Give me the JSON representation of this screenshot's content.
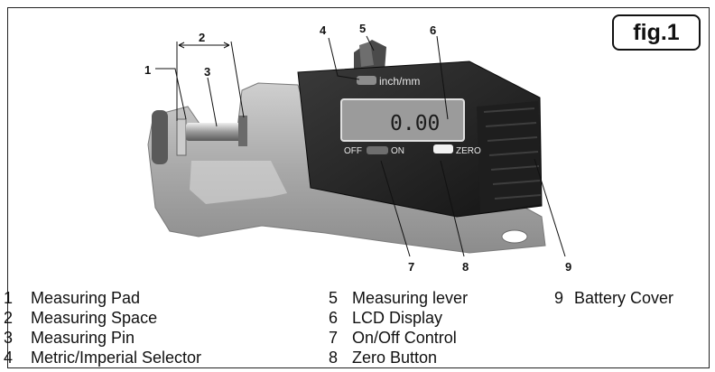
{
  "figure": {
    "label": "fig.1",
    "callouts": [
      "1",
      "2",
      "3",
      "4",
      "5",
      "6",
      "7",
      "8",
      "9"
    ],
    "device": {
      "selector_label": "inch/mm",
      "lcd_reading": "0.00",
      "off_label": "OFF",
      "on_label": "ON",
      "zero_label": "ZERO"
    }
  },
  "legend": {
    "columns": [
      [
        {
          "num": "1",
          "text": "Measuring Pad"
        },
        {
          "num": "2",
          "text": "Measuring Space"
        },
        {
          "num": "3",
          "text": "Measuring Pin"
        },
        {
          "num": "4",
          "text": "Metric/Imperial Selector"
        }
      ],
      [
        {
          "num": "5",
          "text": "Measuring lever"
        },
        {
          "num": "6",
          "text": "LCD Display"
        },
        {
          "num": "7",
          "text": "On/Off Control"
        },
        {
          "num": "8",
          "text": "Zero Button"
        }
      ],
      [
        {
          "num": "9",
          "text": "Battery Cover"
        }
      ]
    ]
  }
}
